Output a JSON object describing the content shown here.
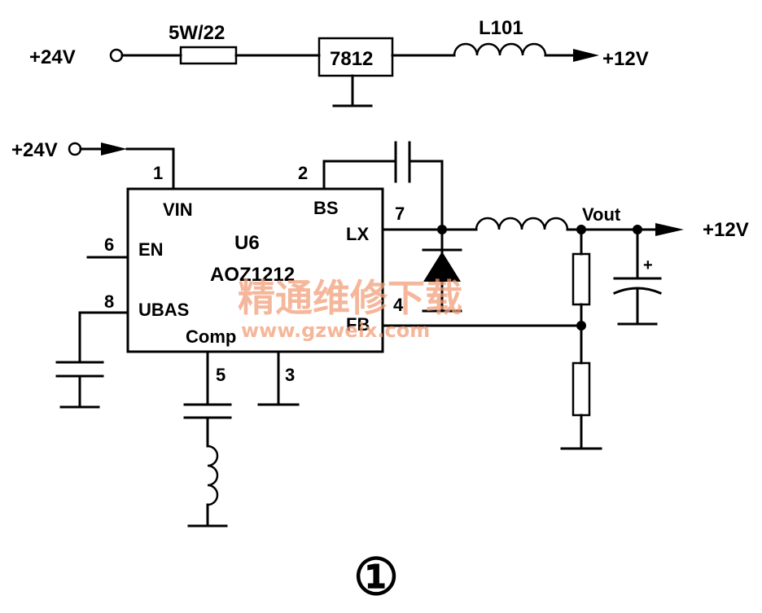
{
  "top_circuit": {
    "input_label": "+24V",
    "resistor_label": "5W/22",
    "regulator_label": "7812",
    "inductor_label": "L101",
    "output_label": "+12V"
  },
  "buck_circuit": {
    "input_label": "+24V",
    "output_label": "+12V",
    "vout_label": "Vout",
    "cap_polarity": "+",
    "ic": {
      "ref": "U6",
      "part": "AOZ1212",
      "pins": {
        "vin": {
          "num": "1",
          "name": "VIN"
        },
        "bs": {
          "num": "2",
          "name": "BS"
        },
        "gnd": {
          "num": "3"
        },
        "fb": {
          "num": "4",
          "name": "FB"
        },
        "comp": {
          "num": "5",
          "name": "Comp"
        },
        "en": {
          "num": "6",
          "name": "EN"
        },
        "lx": {
          "num": "7",
          "name": "LX"
        },
        "ubas": {
          "num": "8",
          "name": "UBAS"
        }
      }
    }
  },
  "figure_label": "①",
  "watermark": {
    "text": "精通维修下载",
    "url": "www.gzweix.com"
  }
}
